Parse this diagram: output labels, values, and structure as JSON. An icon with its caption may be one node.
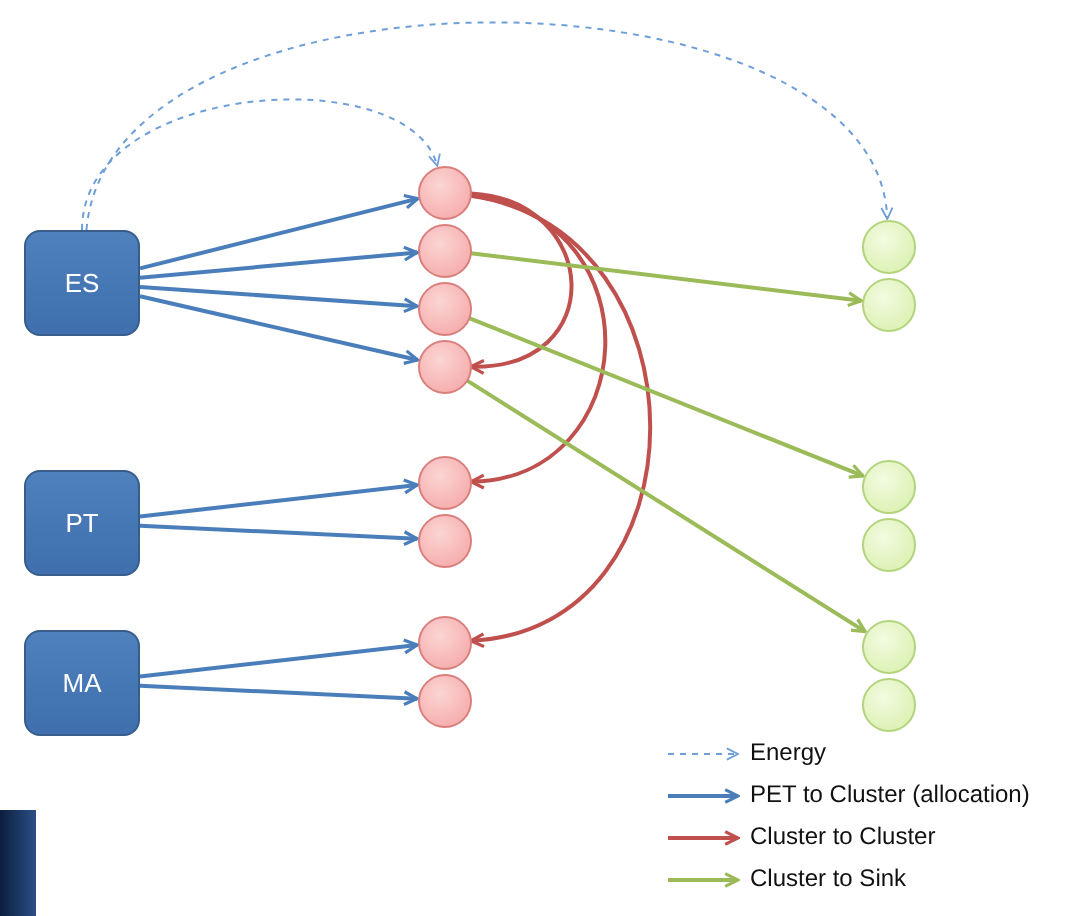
{
  "diagram": {
    "nodes": [
      {
        "text": [
          "ES"
        ]
      },
      {
        "text": [
          "PT"
        ]
      },
      {
        "text": [
          "MA"
        ]
      },
      {
        "text": [],
        "shape": "circle"
      },
      {
        "text": [],
        "shape": "circle"
      },
      {
        "text": [],
        "shape": "circle"
      },
      {
        "text": [],
        "shape": "circle"
      },
      {
        "text": [],
        "shape": "circle"
      },
      {
        "text": [],
        "shape": "circle"
      },
      {
        "text": [],
        "shape": "circle"
      },
      {
        "text": [],
        "shape": "circle"
      },
      {
        "text": [],
        "shape": "circle"
      },
      {
        "text": [],
        "shape": "circle"
      },
      {
        "text": [],
        "shape": "circle"
      },
      {
        "text": [],
        "shape": "circle"
      },
      {
        "text": [],
        "shape": "circle"
      },
      {
        "text": [],
        "shape": "circle"
      }
    ],
    "edges": [
      {
        "from": 0,
        "to": 3,
        "arrow": "to",
        "style": "dashed",
        "color": "#6f9fd8"
      },
      {
        "from": 0,
        "to": 11,
        "arrow": "to",
        "style": "dashed",
        "color": "#6f9fd8"
      },
      {
        "from": 0,
        "to": 3,
        "arrow": "to"
      },
      {
        "from": 0,
        "to": 4,
        "arrow": "to"
      },
      {
        "from": 0,
        "to": 5,
        "arrow": "to"
      },
      {
        "from": 0,
        "to": 6,
        "arrow": "to"
      },
      {
        "from": 1,
        "to": 7,
        "arrow": "to"
      },
      {
        "from": 1,
        "to": 8,
        "arrow": "to"
      },
      {
        "from": 2,
        "to": 9,
        "arrow": "to"
      },
      {
        "from": 2,
        "to": 10,
        "arrow": "to"
      },
      {
        "from": 3,
        "to": 6,
        "arrow": "to",
        "color": "#c0504d"
      },
      {
        "from": 3,
        "to": 7,
        "arrow": "to",
        "color": "#c0504d"
      },
      {
        "from": 3,
        "to": 9,
        "arrow": "to",
        "color": "#c0504d"
      },
      {
        "from": 4,
        "to": 12,
        "arrow": "to",
        "color": "#9bbb59"
      },
      {
        "from": 5,
        "to": 13,
        "arrow": "to",
        "color": "#9bbb59"
      },
      {
        "from": 6,
        "to": 15,
        "arrow": "to",
        "color": "#9bbb59"
      }
    ],
    "legend": [
      {
        "text": "Energy"
      },
      {
        "text": "PET to Cluster (allocation)"
      },
      {
        "text": "Cluster to Cluster"
      },
      {
        "text": "Cluster to Sink"
      }
    ]
  }
}
